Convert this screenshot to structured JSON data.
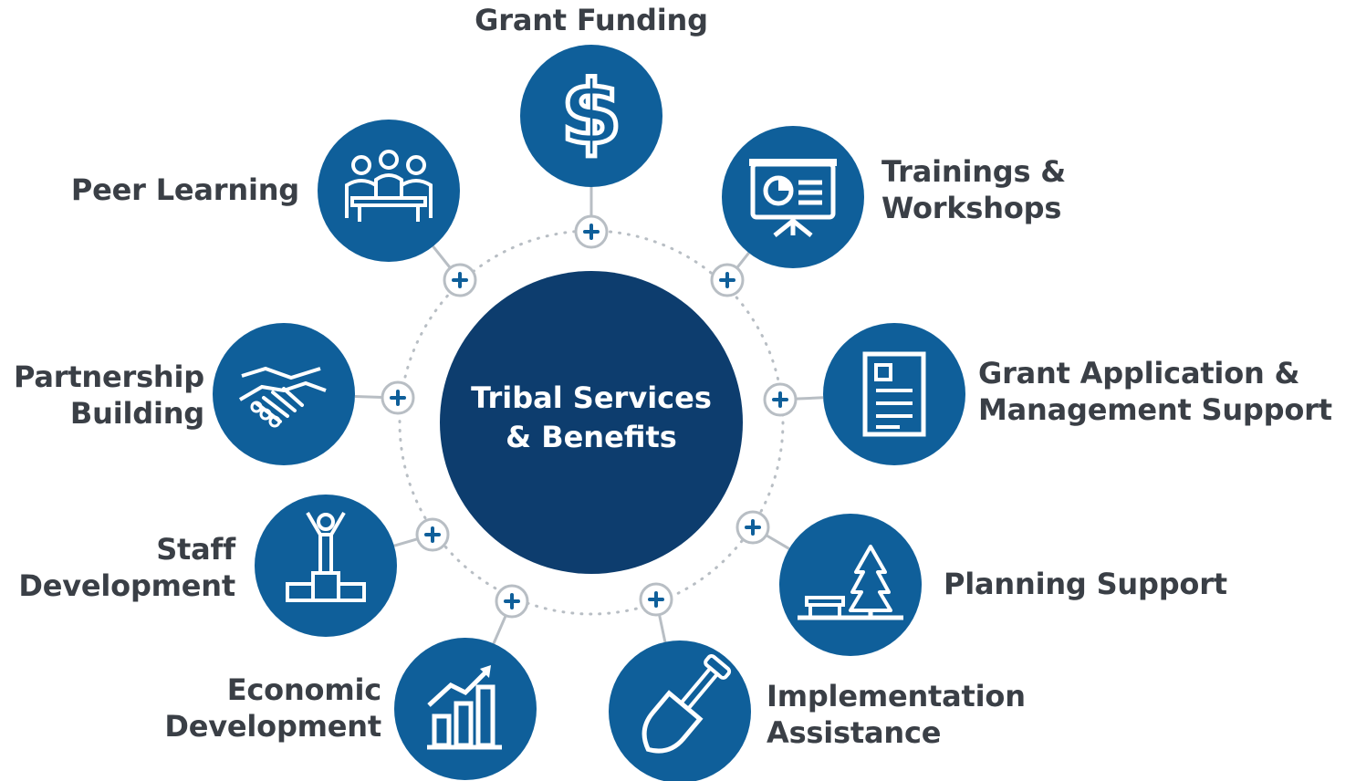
{
  "center": {
    "line1": "Tribal Services",
    "line2": "& Benefits"
  },
  "items": [
    {
      "id": "grant-funding",
      "icon": "dollar-sign-icon",
      "lines": [
        "Grant Funding"
      ]
    },
    {
      "id": "trainings-workshops",
      "icon": "presentation-board-icon",
      "lines": [
        "Trainings &",
        "Workshops"
      ]
    },
    {
      "id": "grant-application",
      "icon": "document-icon",
      "lines": [
        "Grant Application &",
        "Management Support"
      ]
    },
    {
      "id": "planning-support",
      "icon": "tree-bench-icon",
      "lines": [
        "Planning Support"
      ]
    },
    {
      "id": "implementation-assistance",
      "icon": "shovel-icon",
      "lines": [
        "Implementation",
        "Assistance"
      ]
    },
    {
      "id": "economic-development",
      "icon": "bar-chart-growth-icon",
      "lines": [
        "Economic",
        "Development"
      ]
    },
    {
      "id": "staff-development",
      "icon": "podium-person-icon",
      "lines": [
        "Staff",
        "Development"
      ]
    },
    {
      "id": "partnership-building",
      "icon": "handshake-icon",
      "lines": [
        "Partnership",
        "Building"
      ]
    },
    {
      "id": "peer-learning",
      "icon": "meeting-group-icon",
      "lines": [
        "Peer Learning"
      ]
    }
  ],
  "colors": {
    "center": "#0d3d6e",
    "circle": "#0f5f9a",
    "connector": "#b8bec4",
    "plus": "#0f5f9a",
    "text": "#3a3f46"
  }
}
